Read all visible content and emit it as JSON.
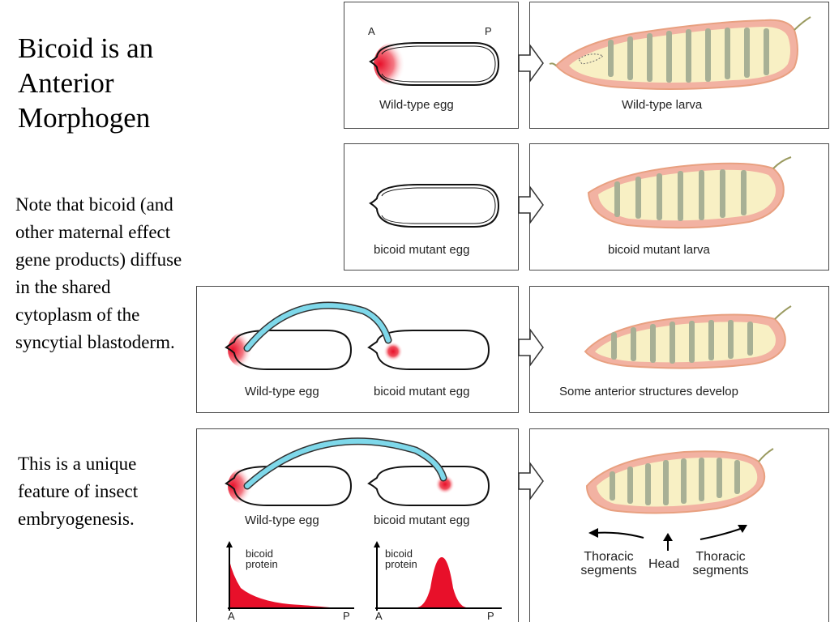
{
  "slide": {
    "title": "Bicoid is an Anterior Morphogen",
    "note_1": "Note that bicoid (and other maternal effect gene products) diffuse in the shared cytoplasm of the syncytial blastoderm.",
    "note_2": "This is a unique feature of insect embryogenesis."
  },
  "rows": [
    {
      "egg_captions": [
        "Wild-type egg"
      ],
      "axis_labels": [
        "A",
        "P"
      ],
      "larva_caption": "Wild-type larva"
    },
    {
      "egg_captions": [
        "bicoid mutant egg"
      ],
      "larva_caption": "bicoid mutant larva"
    },
    {
      "egg_captions": [
        "Wild-type egg",
        "bicoid mutant egg"
      ],
      "larva_caption": "Some anterior structures develop"
    },
    {
      "egg_captions": [
        "Wild-type egg",
        "bicoid mutant egg"
      ],
      "larva_labels": [
        "Thoracic segments",
        "Head",
        "Thoracic segments"
      ]
    }
  ],
  "gradient_plots": [
    {
      "y_label": "bicoid protein",
      "x_labels": [
        "A",
        "P"
      ],
      "profile": "anterior-decay"
    },
    {
      "y_label": "bicoid protein",
      "x_labels": [
        "A",
        "P"
      ],
      "profile": "central-peak"
    }
  ],
  "colors": {
    "bicoid": "#e8102a",
    "transplant_arrow": "#7ed8ea",
    "larva_fill": "#f8f0c4",
    "larva_edge": "#e8a080",
    "larva_rim": "#f2b2a2",
    "denticle": "#a8b095"
  }
}
